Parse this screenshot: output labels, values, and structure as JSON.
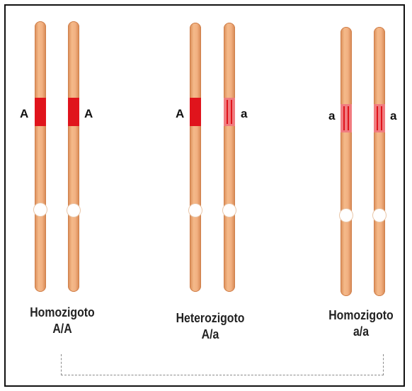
{
  "groups": [
    {
      "id": "homozygous-dominant",
      "title": "Homozigoto",
      "genotype": "A/A",
      "chromosomes": [
        {
          "allele": "A",
          "allele_side": "left",
          "band": "dominant"
        },
        {
          "allele": "A",
          "allele_side": "right",
          "band": "dominant"
        }
      ]
    },
    {
      "id": "heterozygous",
      "title": "Heterozigoto",
      "genotype": "A/a",
      "chromosomes": [
        {
          "allele": "A",
          "allele_side": "left",
          "band": "dominant"
        },
        {
          "allele": "a",
          "allele_side": "right",
          "band": "recessive"
        }
      ]
    },
    {
      "id": "homozygous-recessive",
      "title": "Homozigoto",
      "genotype": "a/a",
      "chromosomes": [
        {
          "allele": "a",
          "allele_side": "left",
          "band": "recessive"
        },
        {
          "allele": "a",
          "allele_side": "right",
          "band": "recessive"
        }
      ]
    }
  ],
  "colors": {
    "chromosome": "#f2b082",
    "dominant_band": "#e0141c",
    "recessive_band": "#f07c80",
    "centromere": "#ffffff"
  }
}
